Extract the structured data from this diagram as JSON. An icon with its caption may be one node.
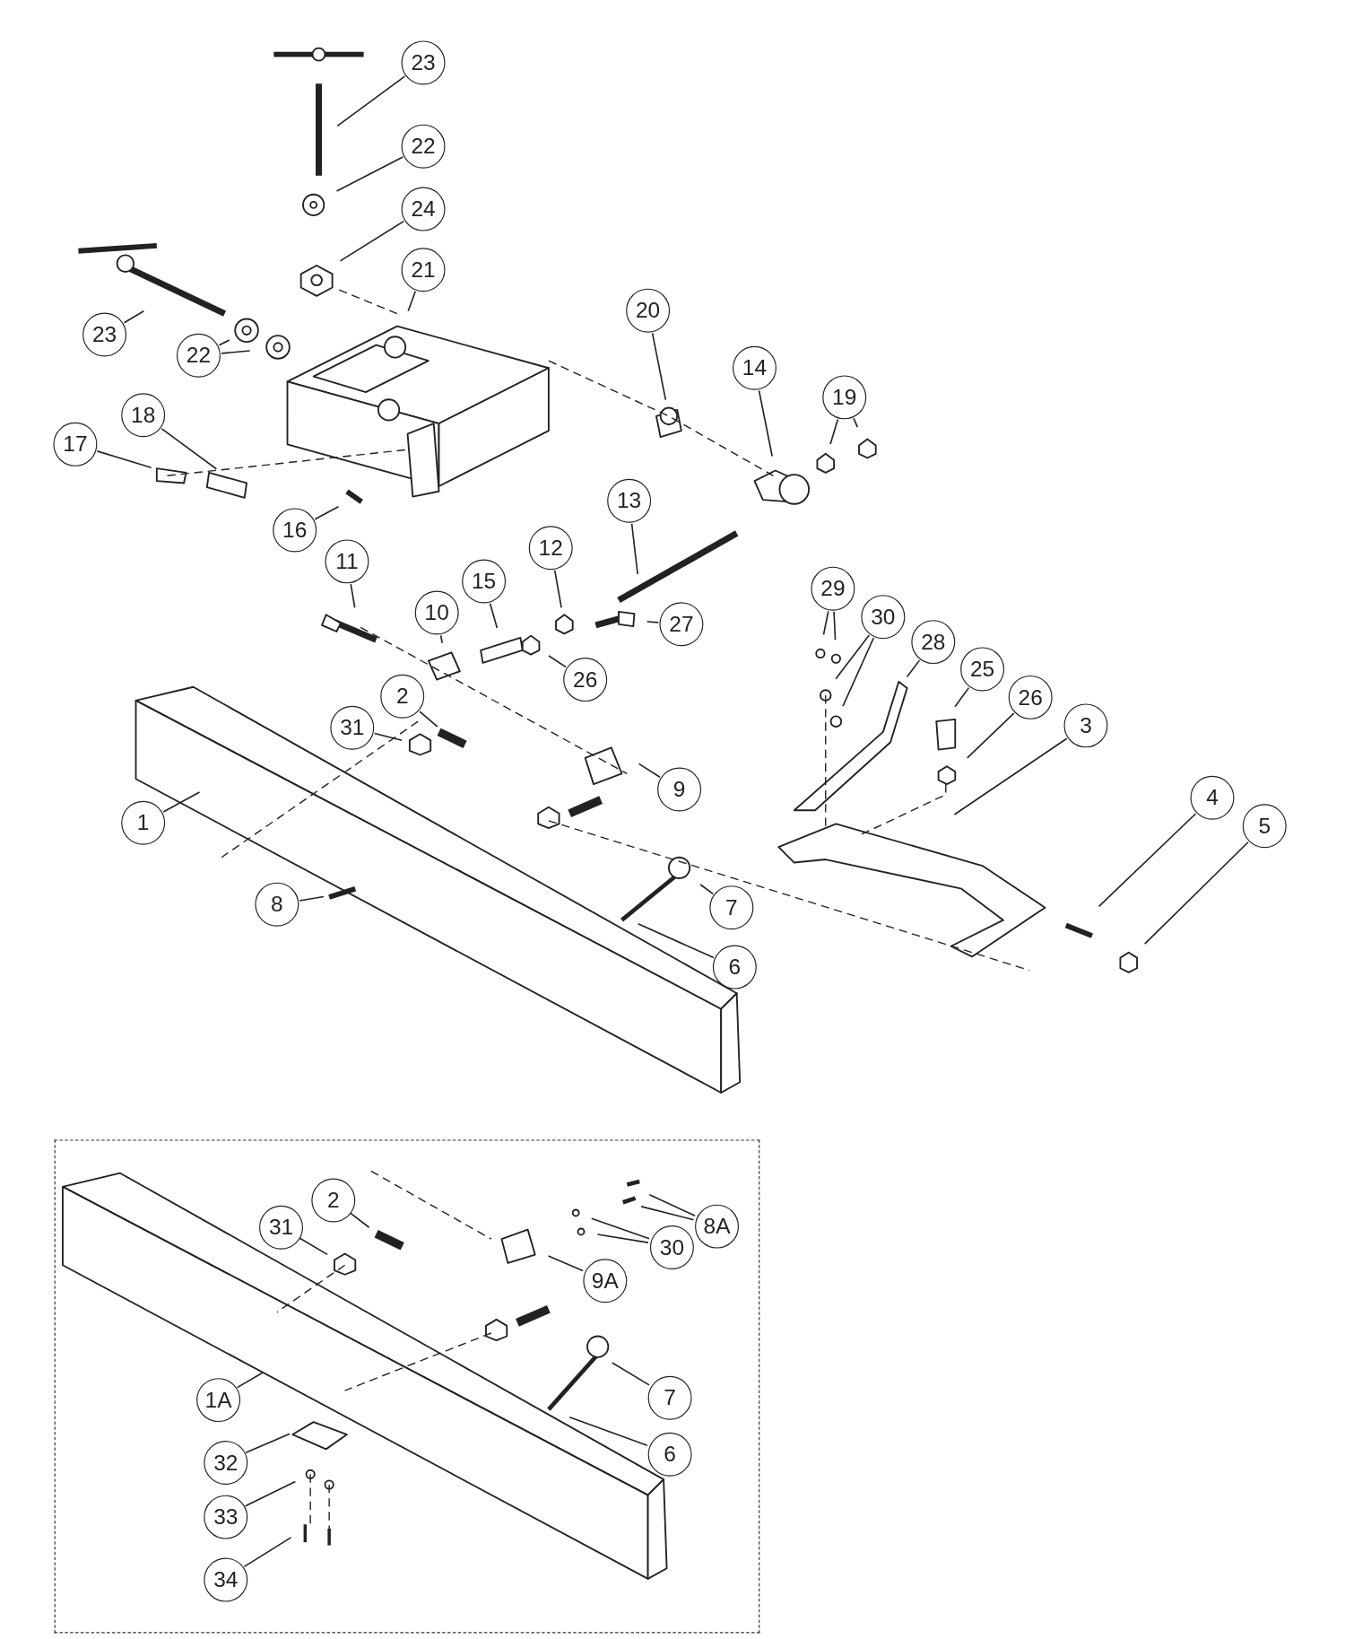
{
  "diagram": {
    "nodes": [
      {
        "text": [
          "23"
        ]
      },
      {
        "text": [
          "22"
        ]
      },
      {
        "text": [
          "24"
        ]
      },
      {
        "text": [
          "21"
        ]
      },
      {
        "text": [
          "20"
        ]
      },
      {
        "text": [
          "23"
        ]
      },
      {
        "text": [
          "22"
        ]
      },
      {
        "text": [
          "14"
        ]
      },
      {
        "text": [
          "19"
        ]
      },
      {
        "text": [
          "18"
        ]
      },
      {
        "text": [
          "17"
        ]
      },
      {
        "text": [
          "13"
        ]
      },
      {
        "text": [
          "16"
        ]
      },
      {
        "text": [
          "12"
        ]
      },
      {
        "text": [
          "11"
        ]
      },
      {
        "text": [
          "15"
        ]
      },
      {
        "text": [
          "29"
        ]
      },
      {
        "text": [
          "10"
        ]
      },
      {
        "text": [
          "30"
        ]
      },
      {
        "text": [
          "27"
        ]
      },
      {
        "text": [
          "28"
        ]
      },
      {
        "text": [
          "26"
        ]
      },
      {
        "text": [
          "25"
        ]
      },
      {
        "text": [
          "26"
        ]
      },
      {
        "text": [
          "2"
        ]
      },
      {
        "text": [
          "3"
        ]
      },
      {
        "text": [
          "31"
        ]
      },
      {
        "text": [
          "9"
        ]
      },
      {
        "text": [
          "4"
        ]
      },
      {
        "text": [
          "1"
        ]
      },
      {
        "text": [
          "5"
        ]
      },
      {
        "text": [
          "8"
        ]
      },
      {
        "text": [
          "7"
        ]
      },
      {
        "text": [
          "6"
        ]
      },
      {
        "text": [],
        "shape": "box"
      },
      {
        "text": [
          "2"
        ],
        "in": 34
      },
      {
        "text": [
          "8A"
        ],
        "in": 34
      },
      {
        "text": [
          "31"
        ],
        "in": 34
      },
      {
        "text": [
          "30"
        ],
        "in": 34
      },
      {
        "text": [
          "9A"
        ],
        "in": 34
      },
      {
        "text": [
          "7"
        ],
        "in": 34
      },
      {
        "text": [
          "1A"
        ],
        "in": 34
      },
      {
        "text": [
          "6"
        ],
        "in": 34
      },
      {
        "text": [
          "32"
        ],
        "in": 34
      },
      {
        "text": [
          "33"
        ],
        "in": 34
      },
      {
        "text": [
          "34"
        ],
        "in": 34
      }
    ],
    "edges": [
      {
        "from": 0,
        "to": null,
        "arrow": "none"
      },
      {
        "from": 1,
        "to": null,
        "arrow": "none"
      },
      {
        "from": 2,
        "to": null,
        "arrow": "none"
      },
      {
        "from": 3,
        "to": null,
        "arrow": "none"
      },
      {
        "from": 4,
        "to": null,
        "arrow": "none"
      },
      {
        "from": 5,
        "to": null,
        "arrow": "none"
      },
      {
        "from": 6,
        "to": null,
        "arrow": "none"
      },
      {
        "from": 6,
        "to": null,
        "arrow": "none"
      },
      {
        "from": 7,
        "to": null,
        "arrow": "none"
      },
      {
        "from": 8,
        "to": null,
        "arrow": "none"
      },
      {
        "from": 8,
        "to": null,
        "arrow": "none"
      },
      {
        "from": 9,
        "to": null,
        "arrow": "none"
      },
      {
        "from": 10,
        "to": null,
        "arrow": "none"
      },
      {
        "from": 11,
        "to": null,
        "arrow": "none"
      },
      {
        "from": 12,
        "to": null,
        "arrow": "none"
      },
      {
        "from": 13,
        "to": null,
        "arrow": "none"
      },
      {
        "from": 14,
        "to": null,
        "arrow": "none"
      },
      {
        "from": 15,
        "to": null,
        "arrow": "none"
      },
      {
        "from": 16,
        "to": null,
        "arrow": "none"
      },
      {
        "from": 16,
        "to": null,
        "arrow": "none"
      },
      {
        "from": 17,
        "to": null,
        "arrow": "none"
      },
      {
        "from": 18,
        "to": null,
        "arrow": "none"
      },
      {
        "from": 18,
        "to": null,
        "arrow": "none"
      },
      {
        "from": 19,
        "to": null,
        "arrow": "none"
      },
      {
        "from": 20,
        "to": null,
        "arrow": "none"
      },
      {
        "from": 21,
        "to": null,
        "arrow": "none"
      },
      {
        "from": 22,
        "to": null,
        "arrow": "none"
      },
      {
        "from": 23,
        "to": null,
        "arrow": "none"
      },
      {
        "from": 24,
        "to": null,
        "arrow": "none"
      },
      {
        "from": 25,
        "to": null,
        "arrow": "none"
      },
      {
        "from": 26,
        "to": null,
        "arrow": "none"
      },
      {
        "from": 27,
        "to": null,
        "arrow": "none"
      },
      {
        "from": 28,
        "to": null,
        "arrow": "none"
      },
      {
        "from": 29,
        "to": null,
        "arrow": "none"
      },
      {
        "from": 30,
        "to": null,
        "arrow": "none"
      },
      {
        "from": 31,
        "to": null,
        "arrow": "none"
      },
      {
        "from": 32,
        "to": null,
        "arrow": "none"
      },
      {
        "from": 33,
        "to": null,
        "arrow": "none"
      },
      {
        "from": 35,
        "to": null,
        "arrow": "none"
      },
      {
        "from": 36,
        "to": null,
        "arrow": "none"
      },
      {
        "from": 36,
        "to": null,
        "arrow": "none"
      },
      {
        "from": 37,
        "to": null,
        "arrow": "none"
      },
      {
        "from": 38,
        "to": null,
        "arrow": "none"
      },
      {
        "from": 38,
        "to": null,
        "arrow": "none"
      },
      {
        "from": 39,
        "to": null,
        "arrow": "none"
      },
      {
        "from": 40,
        "to": null,
        "arrow": "none"
      },
      {
        "from": 41,
        "to": null,
        "arrow": "none"
      },
      {
        "from": 42,
        "to": null,
        "arrow": "none"
      },
      {
        "from": 43,
        "to": null,
        "arrow": "none"
      },
      {
        "from": 44,
        "to": null,
        "arrow": "none"
      },
      {
        "from": 45,
        "to": null,
        "arrow": "none"
      }
    ]
  }
}
